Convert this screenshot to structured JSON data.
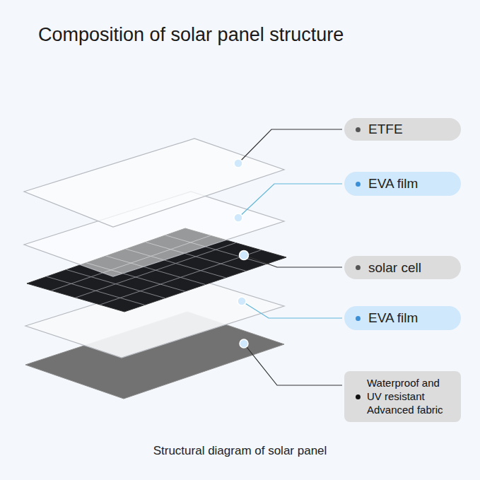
{
  "diagram": {
    "title": "Composition of solar panel structure",
    "caption": "Structural diagram of solar panel",
    "nodes": [
      {
        "text": [
          "ETFE"
        ]
      },
      {
        "text": [
          "EVA film"
        ]
      },
      {
        "text": [
          "solar cell"
        ]
      },
      {
        "text": [
          "EVA film"
        ]
      },
      {
        "text": [
          "Waterproof and UV resistant Advanced fabric"
        ]
      }
    ]
  }
}
